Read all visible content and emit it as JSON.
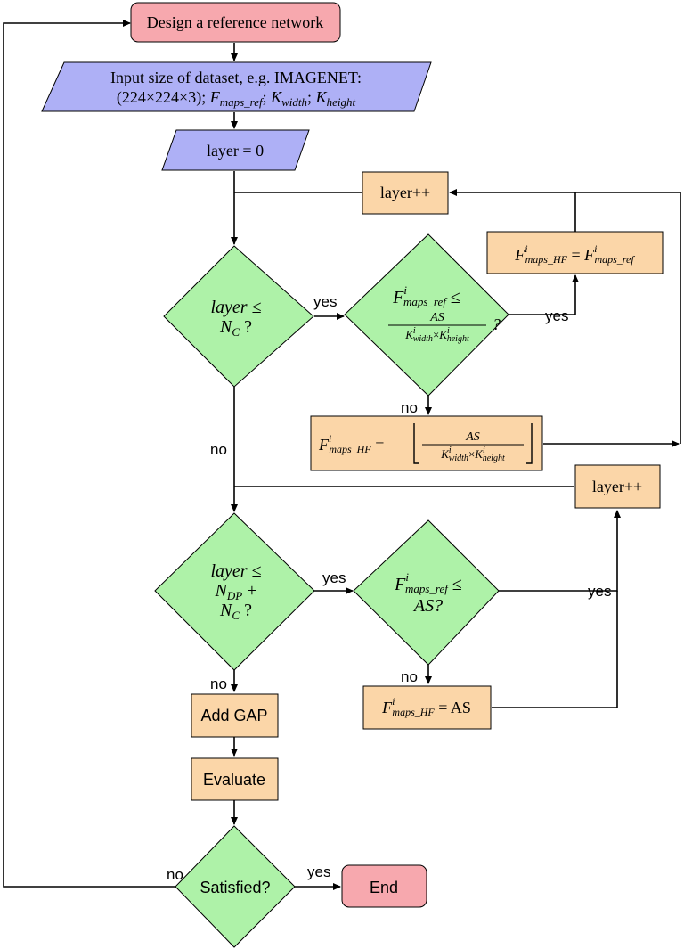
{
  "nodes": {
    "start": "Design a reference network",
    "input_line1": "Input size of dataset, e.g. IMAGENET:",
    "input_l2_a": "(224×224×3); ",
    "input_F": "F",
    "input_F_sub": "maps_ref",
    "input_sep1": "; ",
    "input_Kw": "K",
    "input_Kw_sub": "width",
    "input_sep2": "; ",
    "input_Kh": "K",
    "input_Kh_sub": "height",
    "layer0": "layer = 0",
    "layerpp_top": "layer++",
    "layerpp_mid": "layer++",
    "dec1_l1": "layer ≤",
    "dec1_l2_N": "N",
    "dec1_l2_sub": "C",
    "dec1_l2_q": " ?",
    "dec2_F": "F",
    "dec2_sup": "i",
    "dec2_sub": "maps_ref",
    "dec2_le": " ≤",
    "dec2_num": "AS",
    "dec2_K1": "K",
    "dec2_K1_sup": "i",
    "dec2_K1_sub": "width",
    "dec2_times": "×",
    "dec2_K2": "K",
    "dec2_K2_sup": "i",
    "dec2_K2_sub": "height",
    "dec2_q": "?",
    "assign1_lhs": "F",
    "assign1_lhs_sup": "i",
    "assign1_lhs_sub": "maps_HF",
    "assign1_eq": " = ",
    "assign1_rhs": "F",
    "assign1_rhs_sup": "i",
    "assign1_rhs_sub": "maps_ref",
    "assign2_lhs": "F",
    "assign2_lhs_sup": "i",
    "assign2_lhs_sub": "maps_HF",
    "assign2_eq": " = ",
    "assign2_num": "AS",
    "assign2_K1": "K",
    "assign2_K1_sup": "i",
    "assign2_K1_sub": "width",
    "assign2_times": "×",
    "assign2_K2": "K",
    "assign2_K2_sup": "i",
    "assign2_K2_sub": "height",
    "dec3_l1": "layer ≤",
    "dec3_l2_N": "N",
    "dec3_l2_sub": "DP",
    "dec3_l2_plus": " +",
    "dec3_l3_N": "N",
    "dec3_l3_sub": "C",
    "dec3_l3_q": " ?",
    "dec4_F": "F",
    "dec4_sup": "i",
    "dec4_sub": "maps_ref",
    "dec4_le": " ≤",
    "dec4_l2": "AS?",
    "assign3_lhs": "F",
    "assign3_lhs_sup": "i",
    "assign3_lhs_sub": "maps_HF",
    "assign3_rhs": " = AS",
    "add_gap": "Add GAP",
    "evaluate": "Evaluate",
    "satisfied": "Satisfied?",
    "end": "End"
  },
  "edge_labels": {
    "yes1": "yes",
    "yes2": "yes",
    "no1": "no",
    "no2": "no",
    "yes3": "yes",
    "yes4": "yes",
    "no3": "no",
    "no4": "no",
    "no5": "no",
    "yes5": "yes"
  },
  "colors": {
    "pink": "#f7a8ae",
    "lavender": "#aeb0f6",
    "peach": "#fbd6a8",
    "green": "#aef2a8",
    "stroke": "#000000"
  }
}
